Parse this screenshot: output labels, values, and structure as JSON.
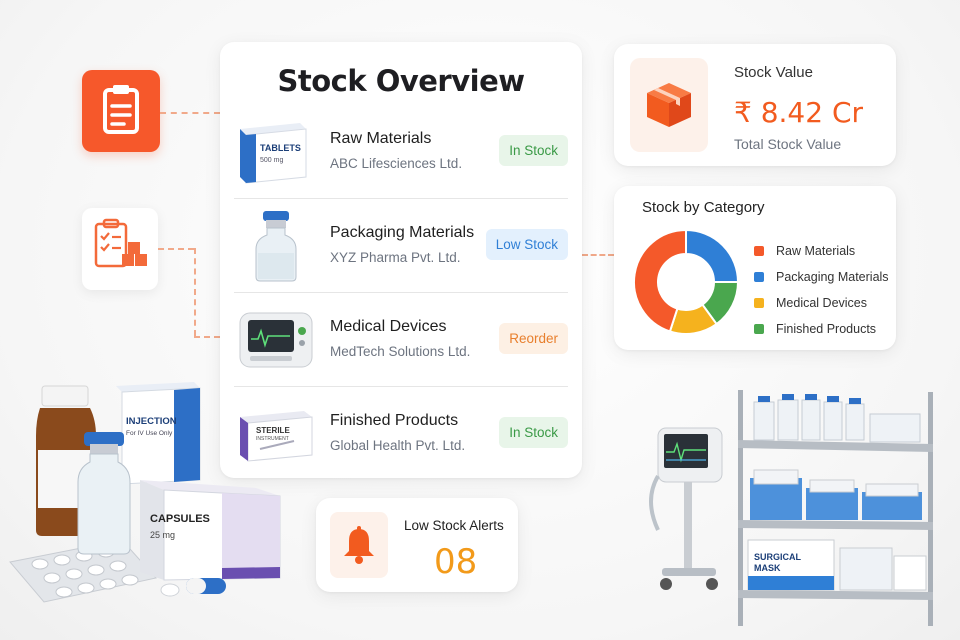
{
  "overview": {
    "title": "Stock Overview",
    "items": [
      {
        "title": "Raw Materials",
        "supplier": "ABC Lifesciences Ltd.",
        "status": "In Stock",
        "product_label": "TABLETS",
        "product_sublabel": "500 mg"
      },
      {
        "title": "Packaging Materials",
        "supplier": "XYZ Pharma Pvt. Ltd.",
        "status": "Low Stock"
      },
      {
        "title": "Medical Devices",
        "supplier": "MedTech Solutions Ltd.",
        "status": "Reorder"
      },
      {
        "title": "Finished Products",
        "supplier": "Global Health Pvt. Ltd.",
        "status": "In Stock",
        "product_label": "STERILE",
        "product_sublabel": "INSTRUMENT"
      }
    ]
  },
  "stock_value": {
    "label": "Stock Value",
    "amount": "₹ 8.42 Cr",
    "sub": "Total Stock Value"
  },
  "category": {
    "title": "Stock by Category",
    "legend": [
      {
        "name": "Raw Materials",
        "color": "#f4592a"
      },
      {
        "name": "Packaging Materials",
        "color": "#2f7fd6"
      },
      {
        "name": "Medical Devices",
        "color": "#f5b21e"
      },
      {
        "name": "Finished Products",
        "color": "#4aa74e"
      }
    ],
    "shares": [
      45,
      25,
      15,
      15
    ]
  },
  "alerts": {
    "label": "Low Stock Alerts",
    "count": "08"
  },
  "illustration": {
    "injection_label": "INJECTION",
    "injection_sub": "For IV Use Only",
    "capsules_label": "CAPSULES",
    "capsules_sub": "25 mg",
    "mask_label": "SURGICAL MASK"
  },
  "colors": {
    "accent": "#f25b1f",
    "green": "#3a9a46",
    "blue": "#2f7fd6",
    "orange": "#e87f2d"
  }
}
